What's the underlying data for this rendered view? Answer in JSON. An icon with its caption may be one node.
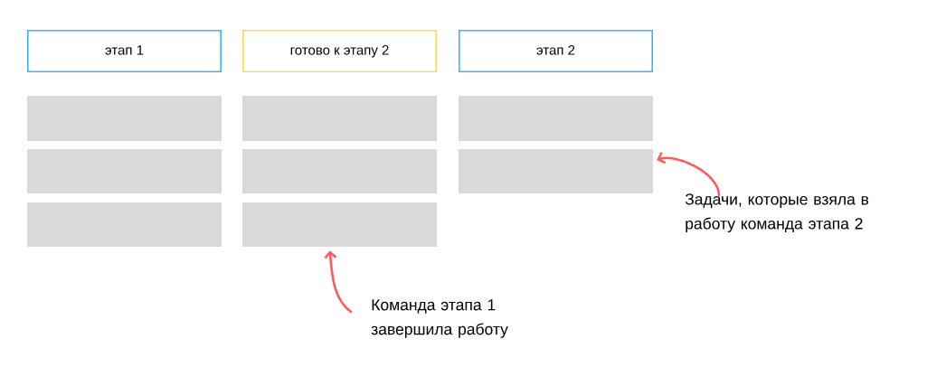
{
  "diagram": {
    "nodes": [
      {
        "text": [
          "этап 1"
        ]
      },
      {
        "text": [
          "готово к этапу 2"
        ]
      },
      {
        "text": [
          "этап 2"
        ]
      },
      {
        "text": [],
        "shape": "box"
      },
      {
        "text": [],
        "shape": "box"
      },
      {
        "text": [],
        "shape": "box"
      },
      {
        "text": [],
        "shape": "box"
      },
      {
        "text": [],
        "shape": "box"
      },
      {
        "text": [],
        "shape": "box"
      },
      {
        "text": [],
        "shape": "box"
      },
      {
        "text": [],
        "shape": "box"
      },
      {
        "text": [
          "Задачи, которые взяла в работу команда этапа 2"
        ]
      },
      {
        "text": [
          "Команда этапа 1 завершила работу"
        ]
      }
    ],
    "edges": [
      {
        "from": 11,
        "to": 8,
        "arrow": "to"
      },
      {
        "from": 12,
        "to": 10,
        "arrow": "to"
      }
    ]
  }
}
